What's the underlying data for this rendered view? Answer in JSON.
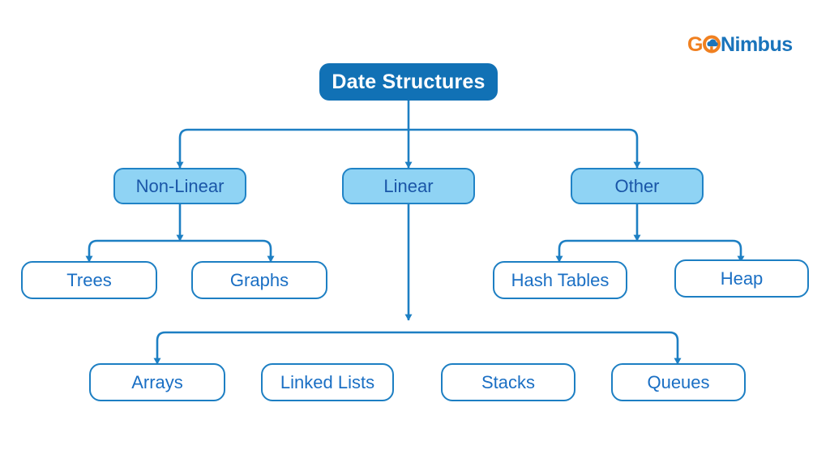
{
  "brand": {
    "logo_go": "G",
    "logo_o_icon": "cloud-o-icon",
    "logo_name": "Nimbus",
    "logo_full": "GONimbus",
    "color_orange": "#F08020",
    "color_blue": "#1a74bb"
  },
  "diagram": {
    "type": "tree",
    "title": "Date Structures",
    "colors": {
      "root_fill": "#1171b5",
      "root_text": "#ffffff",
      "mid_fill": "#8FD3F4",
      "mid_border": "#2083c6",
      "mid_text": "#1a56a8",
      "leaf_fill": "#ffffff",
      "leaf_border": "#1d7fc3",
      "leaf_text": "#1a6fc4",
      "connector": "#1d7fc3",
      "background": "#ffffff"
    },
    "root": {
      "label": "Date Structures"
    },
    "level2": [
      {
        "label": "Non-Linear"
      },
      {
        "label": "Linear"
      },
      {
        "label": "Other"
      }
    ],
    "level3_non_linear": [
      {
        "label": "Trees"
      },
      {
        "label": "Graphs"
      }
    ],
    "level3_other": [
      {
        "label": "Hash Tables"
      },
      {
        "label": "Heap"
      }
    ],
    "level3_linear": [
      {
        "label": "Arrays"
      },
      {
        "label": "Linked Lists"
      },
      {
        "label": "Stacks"
      },
      {
        "label": "Queues"
      }
    ]
  }
}
